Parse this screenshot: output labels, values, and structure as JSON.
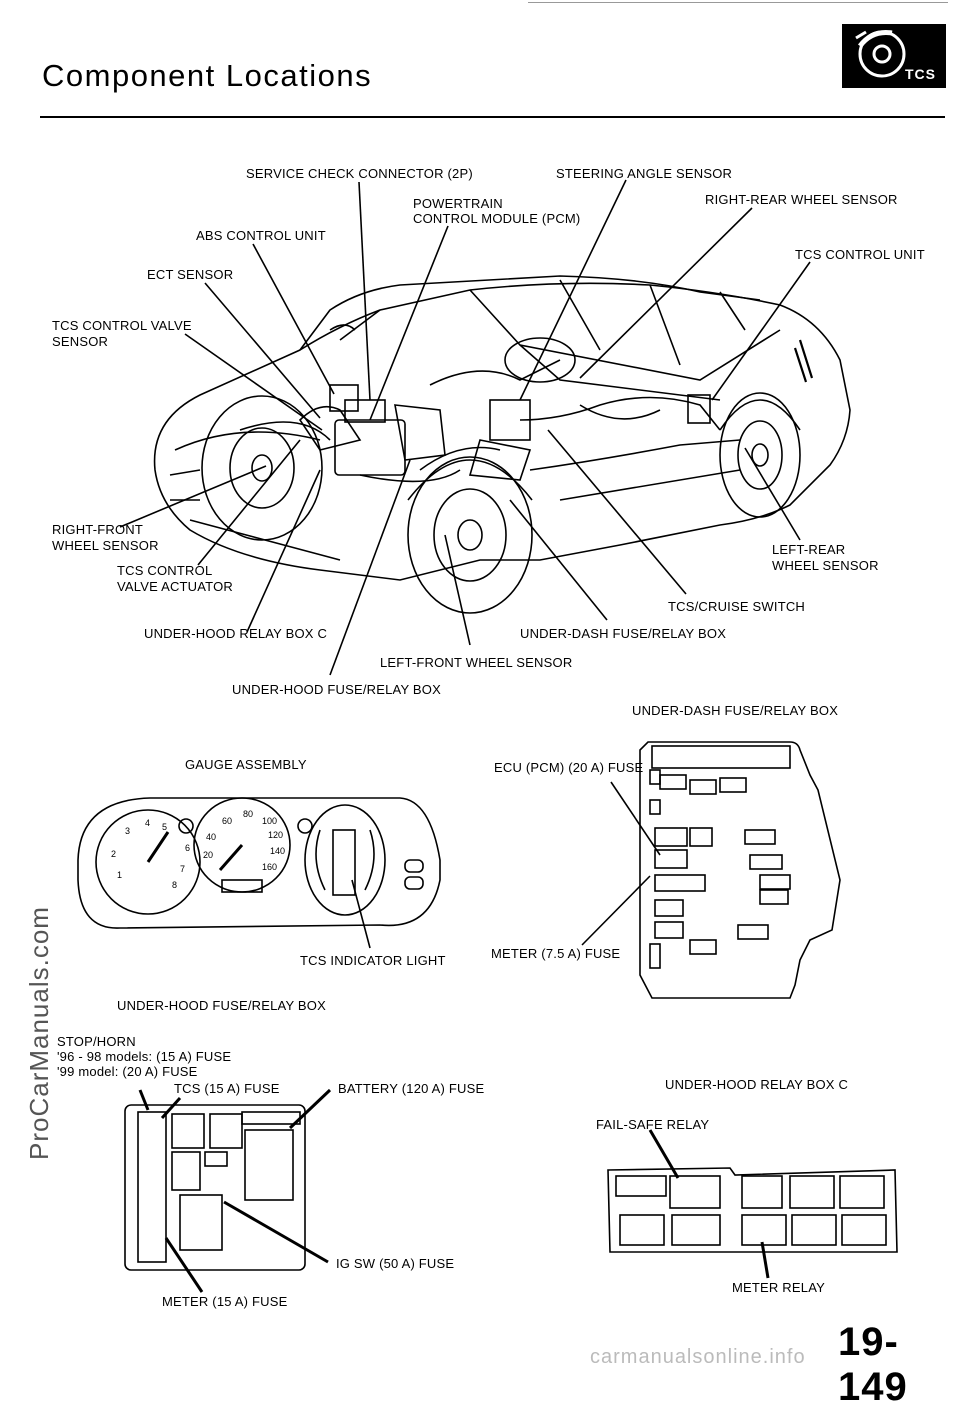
{
  "page": {
    "title": "Component Locations",
    "badge": "TCS",
    "page_number": "19-149",
    "watermark": "ProCarManuals.com",
    "footer": "carmanualsonline.info"
  },
  "car_labels": {
    "service_check": "SERVICE CHECK CONNECTOR (2P)",
    "steering_angle": "STEERING ANGLE SENSOR",
    "pcm_1": "POWERTRAIN",
    "pcm_2": "CONTROL  MODULE  (PCM)",
    "right_rear": "RIGHT-REAR WHEEL SENSOR",
    "abs_unit": "ABS CONTROL UNIT",
    "tcs_unit": "TCS CONTROL UNIT",
    "ect": "ECT SENSOR",
    "tcs_valve_1": "TCS CONTROL  VALVE",
    "tcs_valve_2": "SENSOR",
    "right_front_1": "RIGHT-FRONT",
    "right_front_2": "WHEEL  SENSOR",
    "tcs_actuator_1": "TCS CONTROL",
    "tcs_actuator_2": "VALVE  ACTUATOR",
    "left_rear_1": "LEFT-REAR",
    "left_rear_2": "WHEEL  SENSOR",
    "tcs_cruise": "TCS/CRUISE  SWITCH",
    "relay_box_c": "UNDER-HOOD  RELAY BOX C",
    "under_dash": "UNDER-DASH  FUSE/RELAY BOX",
    "left_front": "LEFT-FRONT  WHEEL  SENSOR",
    "under_hood_fuse": "UNDER-HOOD  FUSE/RELAY  BOX"
  },
  "dash": {
    "heading": "UNDER-DASH  FUSE/RELAY  BOX",
    "ecu_fuse": "ECU (PCM) (20 A)  FUSE",
    "meter_fuse": "METER (7.5 A)  FUSE"
  },
  "gauge": {
    "heading": "GAUGE  ASSEMBLY",
    "indicator": "TCS  INDICATOR  LIGHT",
    "speed_ticks": [
      "20",
      "40",
      "60",
      "80",
      "100",
      "120",
      "140",
      "160"
    ],
    "tach_ticks": [
      "1",
      "2",
      "3",
      "4",
      "5",
      "6",
      "7",
      "8"
    ]
  },
  "hood": {
    "heading": "UNDER-HOOD  FUSE/RELAY  BOX",
    "stop_horn_1": "STOP/HORN",
    "stop_horn_2": "'96 -  98 models:  (15  A)  FUSE",
    "stop_horn_3": "'99 model:  (20 A)  FUSE",
    "tcs_fuse": "TCS (15 A)  FUSE",
    "battery": "BATTERY (120 A) FUSE",
    "ig_sw": "IG SW (50 A)  FUSE",
    "meter_fuse": "METER (15 A)  FUSE"
  },
  "relay_c": {
    "heading": "UNDER-HOOD  RELAY BOX C",
    "fail_safe": "FAIL-SAFE RELAY",
    "meter_relay": "METER RELAY"
  }
}
